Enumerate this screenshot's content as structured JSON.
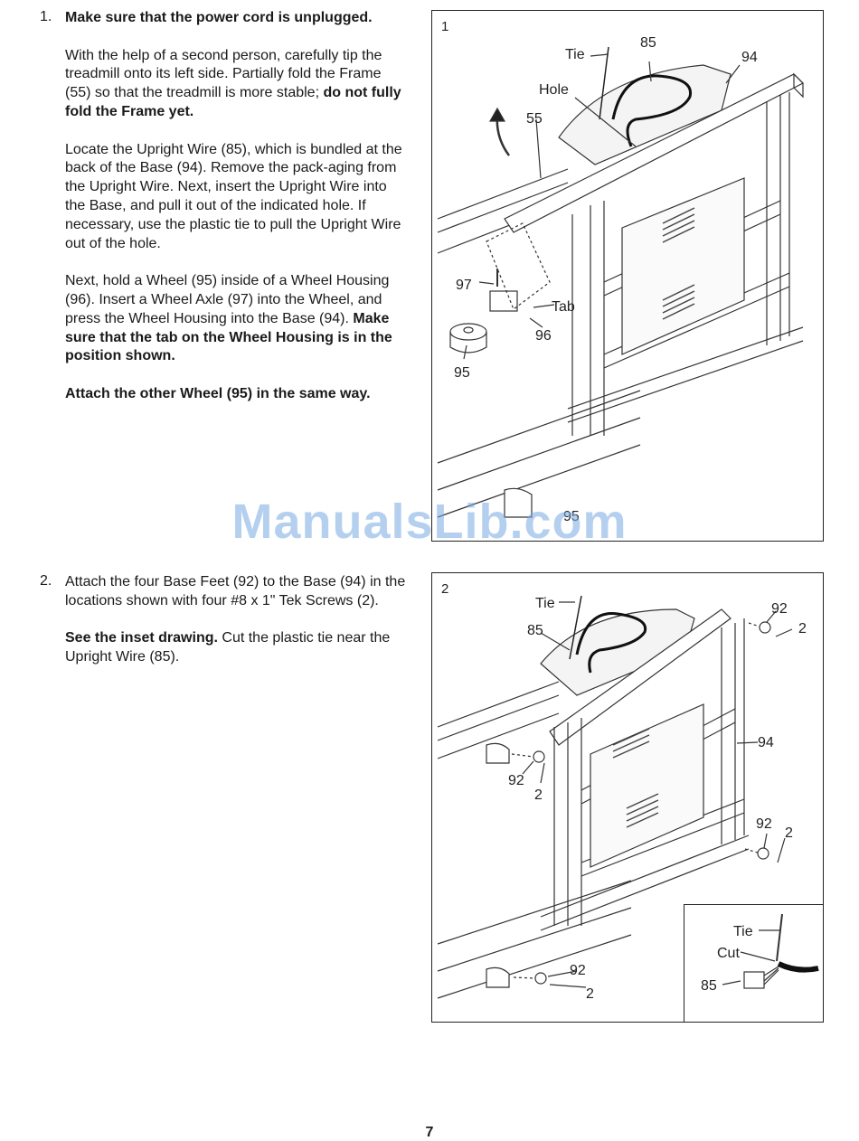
{
  "step1": {
    "number": "1.",
    "heading": "Make sure that the power cord is unplugged.",
    "p1_a": "With the help of a second person, carefully tip the treadmill onto its left side. Partially fold the Frame (55) so that the treadmill is more stable; ",
    "p1_b": "do not fully fold the Frame yet.",
    "p2": "Locate the Upright Wire (85), which is bundled at the back of the Base (94). Remove the pack-aging from the Upright Wire. Next, insert the Upright Wire into the Base, and pull it out of the indicated hole. If necessary, use the plastic tie to pull the Upright Wire out of the hole.",
    "p3_a": "Next, hold a Wheel (95) inside of a Wheel Housing (96). Insert a Wheel Axle (97) into the Wheel, and press the Wheel Housing into the Base (94). ",
    "p3_b": "Make sure that the tab on the Wheel Housing is in the position shown.",
    "p4": "Attach the other Wheel (95) in the same way."
  },
  "step2": {
    "number": "2.",
    "p1": "Attach the four Base Feet (92) to the Base (94) in the locations shown with four #8 x 1\" Tek Screws (2).",
    "p2_a": "See the inset drawing.",
    "p2_b": " Cut the plastic tie near the Upright Wire (85)."
  },
  "figure1": {
    "number": "1",
    "labels": {
      "tie": "Tie",
      "p85": "85",
      "p94": "94",
      "hole": "Hole",
      "p55": "55",
      "p97": "97",
      "tab": "Tab",
      "p96": "96",
      "p95a": "95",
      "p95b": "95"
    }
  },
  "figure2": {
    "number": "2",
    "labels": {
      "tie": "Tie",
      "p85": "85",
      "p92a": "92",
      "p2a": "2",
      "p94": "94",
      "p92b": "92",
      "p2b": "2",
      "p92c": "92",
      "p2c": "2",
      "p92d": "92",
      "p2d": "2"
    },
    "inset": {
      "tie": "Tie",
      "cut": "Cut",
      "p85": "85"
    }
  },
  "watermark": "ManualsLib.com",
  "page_number": "7"
}
